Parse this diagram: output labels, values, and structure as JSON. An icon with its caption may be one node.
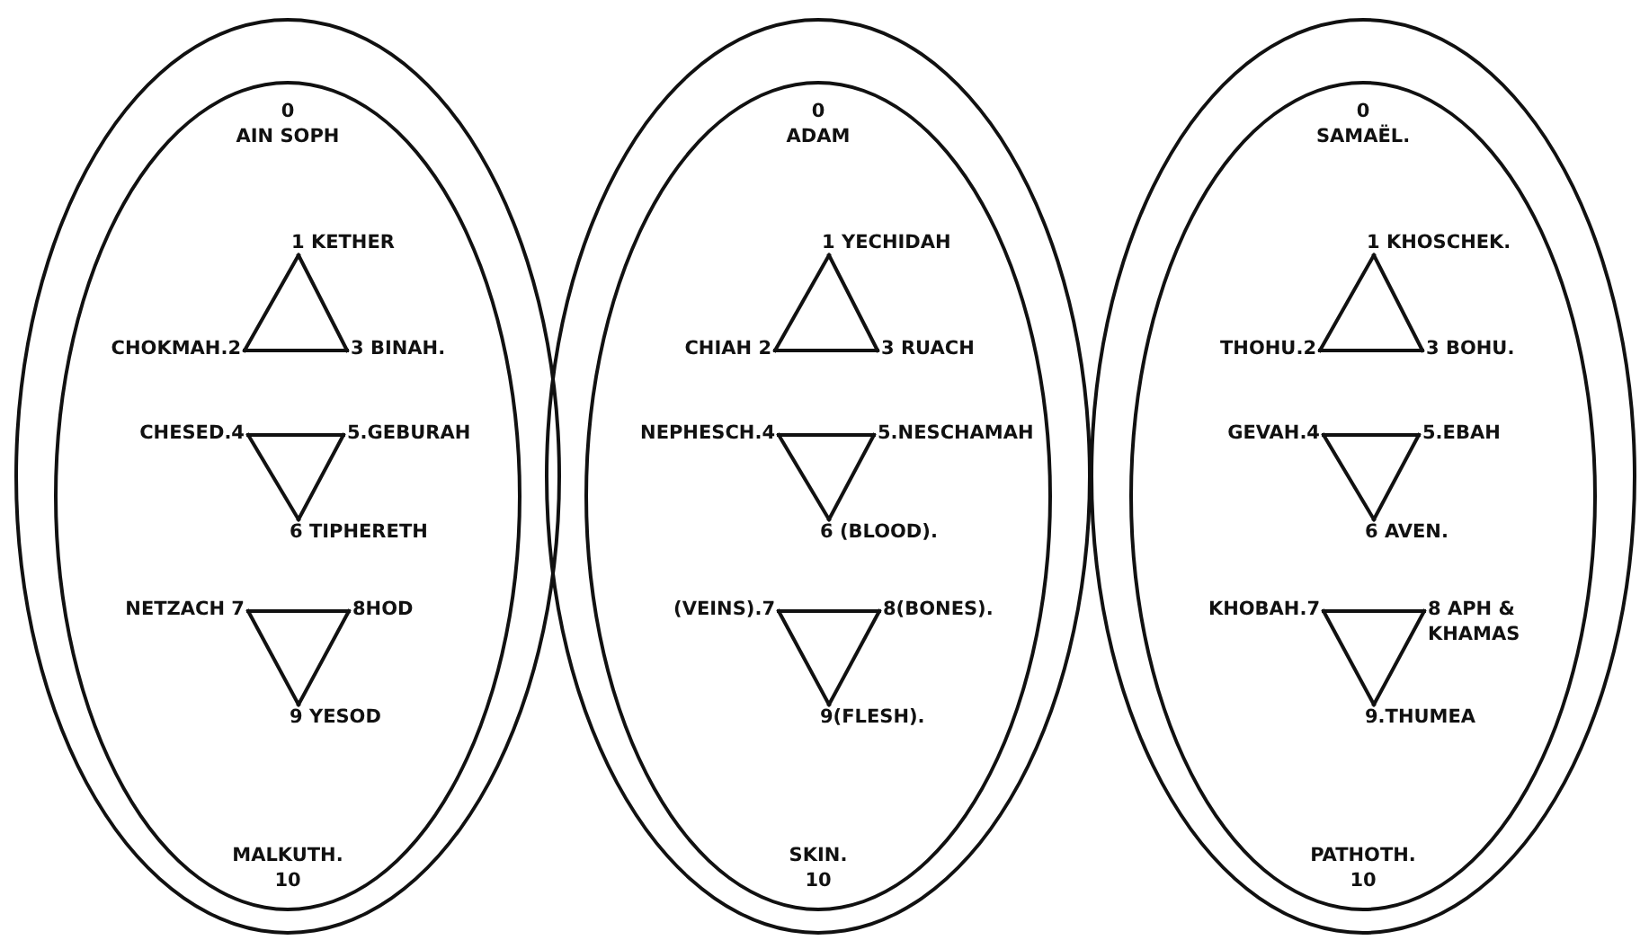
{
  "diagram": {
    "nodes": [
      {
        "text": [],
        "shape": "oval"
      },
      {
        "text": [
          "0 AIN SOPH",
          "MALKUTH. 10"
        ],
        "in": 0
      },
      {
        "text": [
          "1 KETHER"
        ],
        "in": 1
      },
      {
        "text": [
          "CHOKMAH.2"
        ],
        "in": 1
      },
      {
        "text": [
          "3 BINAH."
        ],
        "in": 1
      },
      {
        "text": [
          "CHESED.4"
        ],
        "in": 1
      },
      {
        "text": [
          "5.GEBURAH"
        ],
        "in": 1
      },
      {
        "text": [
          "6 TIPHERETH"
        ],
        "in": 1
      },
      {
        "text": [
          "NETZACH 7"
        ],
        "in": 1
      },
      {
        "text": [
          "8HOD"
        ],
        "in": 1
      },
      {
        "text": [
          "9 YESOD"
        ],
        "in": 1
      },
      {
        "text": [],
        "shape": "oval"
      },
      {
        "text": [
          "0 ADAM",
          "SKIN. 10"
        ],
        "in": 11
      },
      {
        "text": [
          "1 YECHIDAH"
        ],
        "in": 12
      },
      {
        "text": [
          "CHIAH 2"
        ],
        "in": 12
      },
      {
        "text": [
          "3 RUACH"
        ],
        "in": 12
      },
      {
        "text": [
          "NEPHESCH.4"
        ],
        "in": 12
      },
      {
        "text": [
          "5.NESCHAMAH"
        ],
        "in": 12
      },
      {
        "text": [
          "6 (BLOOD)."
        ],
        "in": 12
      },
      {
        "text": [
          "(VEINS).7"
        ],
        "in": 12
      },
      {
        "text": [
          "8(BONES)."
        ],
        "in": 12
      },
      {
        "text": [
          "9(FLESH)."
        ],
        "in": 12
      },
      {
        "text": [],
        "shape": "oval"
      },
      {
        "text": [
          "0 SAMAËL.",
          "PATHOTH. 10"
        ],
        "in": 22
      },
      {
        "text": [
          "1 KHOSCHEK."
        ],
        "in": 23
      },
      {
        "text": [
          "THOHU.2"
        ],
        "in": 23
      },
      {
        "text": [
          "3 BOHU."
        ],
        "in": 23
      },
      {
        "text": [
          "GEVAH.4"
        ],
        "in": 23
      },
      {
        "text": [
          "5.EBAH"
        ],
        "in": 23
      },
      {
        "text": [
          "6 AVEN."
        ],
        "in": 23
      },
      {
        "text": [
          "KHOBAH.7"
        ],
        "in": 23
      },
      {
        "text": [
          "8 APH & KHAMAS"
        ],
        "in": 23
      },
      {
        "text": [
          "9.THUMEA"
        ],
        "in": 23
      }
    ],
    "edges": [
      {
        "from": 2,
        "to": 3,
        "arrow": "none"
      },
      {
        "from": 3,
        "to": 4,
        "arrow": "none"
      },
      {
        "from": 4,
        "to": 2,
        "arrow": "none"
      },
      {
        "from": 5,
        "to": 6,
        "arrow": "none"
      },
      {
        "from": 6,
        "to": 7,
        "arrow": "none"
      },
      {
        "from": 7,
        "to": 5,
        "arrow": "none"
      },
      {
        "from": 8,
        "to": 9,
        "arrow": "none"
      },
      {
        "from": 9,
        "to": 10,
        "arrow": "none"
      },
      {
        "from": 10,
        "to": 8,
        "arrow": "none"
      },
      {
        "from": 13,
        "to": 14,
        "arrow": "none"
      },
      {
        "from": 14,
        "to": 15,
        "arrow": "none"
      },
      {
        "from": 15,
        "to": 13,
        "arrow": "none"
      },
      {
        "from": 16,
        "to": 17,
        "arrow": "none"
      },
      {
        "from": 17,
        "to": 18,
        "arrow": "none"
      },
      {
        "from": 18,
        "to": 16,
        "arrow": "none"
      },
      {
        "from": 19,
        "to": 20,
        "arrow": "none"
      },
      {
        "from": 20,
        "to": 21,
        "arrow": "none"
      },
      {
        "from": 21,
        "to": 19,
        "arrow": "none"
      },
      {
        "from": 24,
        "to": 25,
        "arrow": "none"
      },
      {
        "from": 25,
        "to": 26,
        "arrow": "none"
      },
      {
        "from": 26,
        "to": 24,
        "arrow": "none"
      },
      {
        "from": 27,
        "to": 28,
        "arrow": "none"
      },
      {
        "from": 28,
        "to": 29,
        "arrow": "none"
      },
      {
        "from": 29,
        "to": 27,
        "arrow": "none"
      },
      {
        "from": 30,
        "to": 31,
        "arrow": "none"
      },
      {
        "from": 31,
        "to": 32,
        "arrow": "none"
      },
      {
        "from": 32,
        "to": 30,
        "arrow": "none"
      }
    ]
  }
}
